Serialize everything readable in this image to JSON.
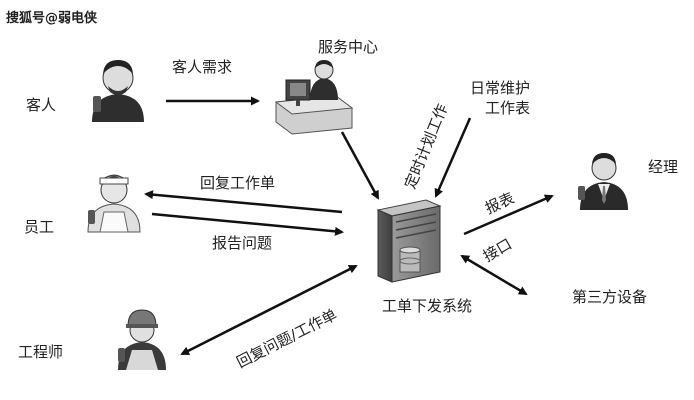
{
  "watermark": "搜狐号@弱电侠",
  "nodes": {
    "customer": "客人",
    "service_center": "服务中心",
    "staff": "员工",
    "engineer": "工程师",
    "manager": "经理",
    "third_party": "第三方设备",
    "system": "工单下发系统",
    "daily_maintenance_line1": "日常维护",
    "daily_maintenance_line2": "工作表"
  },
  "edges": {
    "customer_demand": "客人需求",
    "reply_work_order": "回复工作单",
    "report_issue": "报告问题",
    "reply_issue_work_order": "回复问题/工作单",
    "scheduled_work": "定时计划工作",
    "report": "报表",
    "interface": "接口"
  },
  "colors": {
    "arrow": "#111111",
    "figure_dark": "#2e2e2e",
    "figure_light": "#d6d6d6",
    "server": "#8a8a8a"
  }
}
